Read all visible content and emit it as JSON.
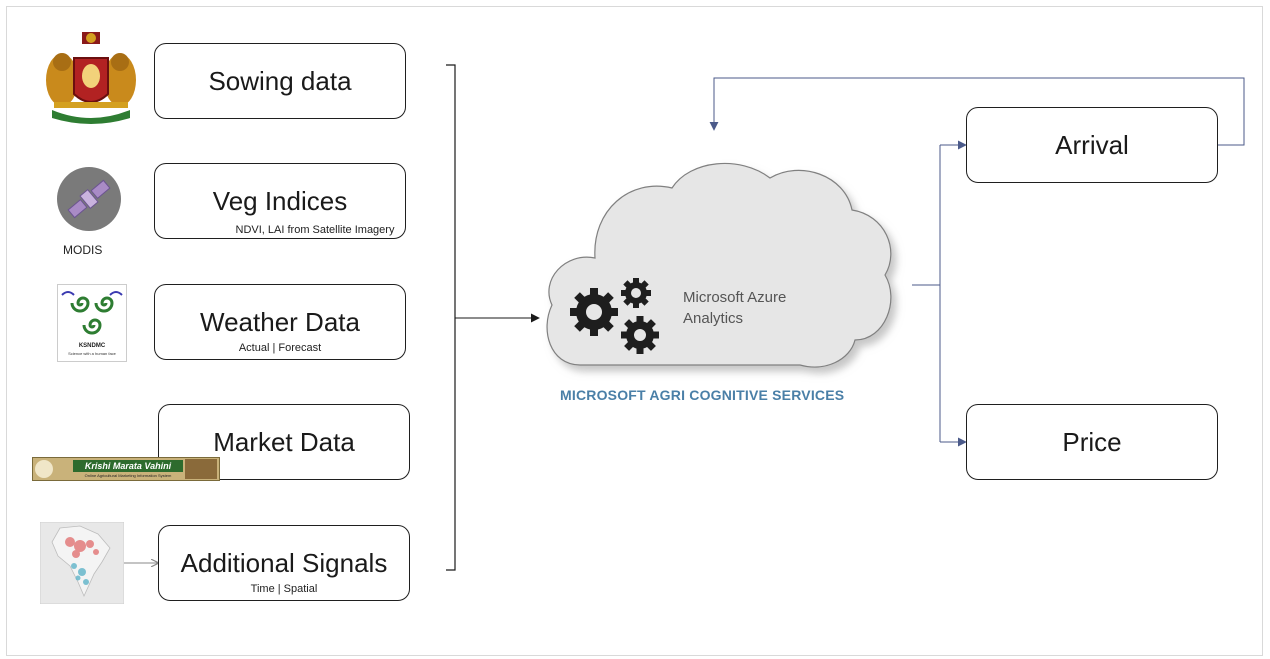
{
  "inputs": {
    "sowing": {
      "title": "Sowing data"
    },
    "veg": {
      "title": "Veg Indices",
      "subtitle": "NDVI, LAI from Satellite Imagery"
    },
    "weather": {
      "title": "Weather Data",
      "subtitle": "Actual | Forecast"
    },
    "market": {
      "title": "Market Data"
    },
    "signals": {
      "title": "Additional Signals",
      "subtitle": "Time | Spatial"
    }
  },
  "sources": {
    "modis_label": "MODIS",
    "ksndmc_label": "KSNDMC",
    "ksndmc_tagline": "Science with a human face",
    "krishi_title": "Krishi Marata Vahini",
    "krishi_subtitle": "Online Agricultural Marketing Information System"
  },
  "cloud": {
    "line1": "Microsoft Azure",
    "line2": "Analytics",
    "caption": "MICROSOFT AGRI COGNITIVE SERVICES"
  },
  "outputs": {
    "arrival": "Arrival",
    "price": "Price"
  },
  "colors": {
    "caption": "#4a7fa7",
    "arrow": "#4b5a8a",
    "cloud_fill": "#e8e8e8",
    "cloud_edge": "#7f7f7f"
  }
}
